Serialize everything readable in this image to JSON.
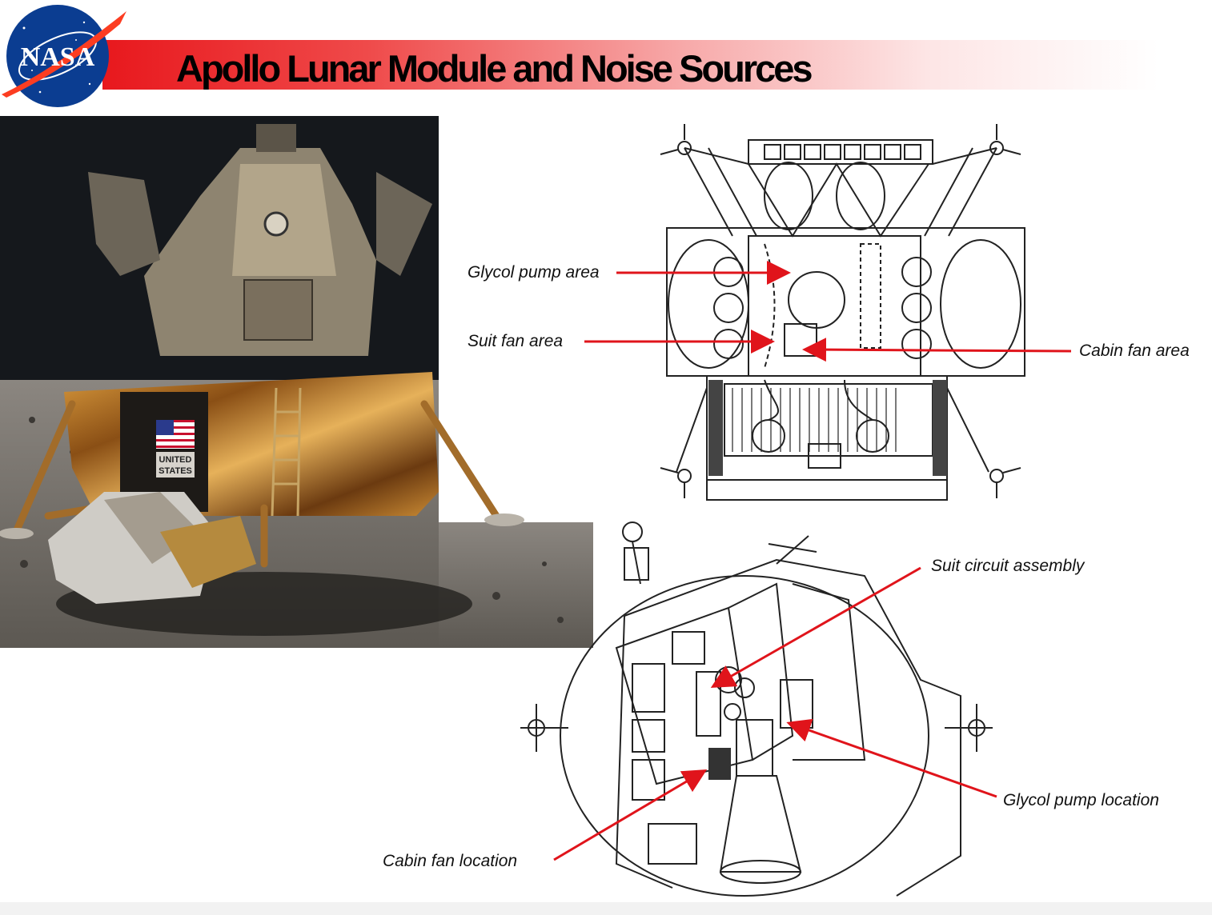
{
  "header": {
    "title": "Apollo Lunar Module and Noise Sources",
    "logo_text": "NASA",
    "bar_color": "#e8181d"
  },
  "photo": {
    "flag_text_line1": "UNITED",
    "flag_text_line2": "STATES"
  },
  "top_diagram": {
    "labels": {
      "glycol_pump_area": "Glycol pump area",
      "suit_fan_area": "Suit fan area",
      "cabin_fan_area": "Cabin fan area"
    }
  },
  "bottom_diagram": {
    "labels": {
      "suit_circuit_assembly": "Suit circuit assembly",
      "glycol_pump_location": "Glycol pump location",
      "cabin_fan_location": "Cabin fan location"
    }
  },
  "colors": {
    "arrow": "#e0141b"
  }
}
